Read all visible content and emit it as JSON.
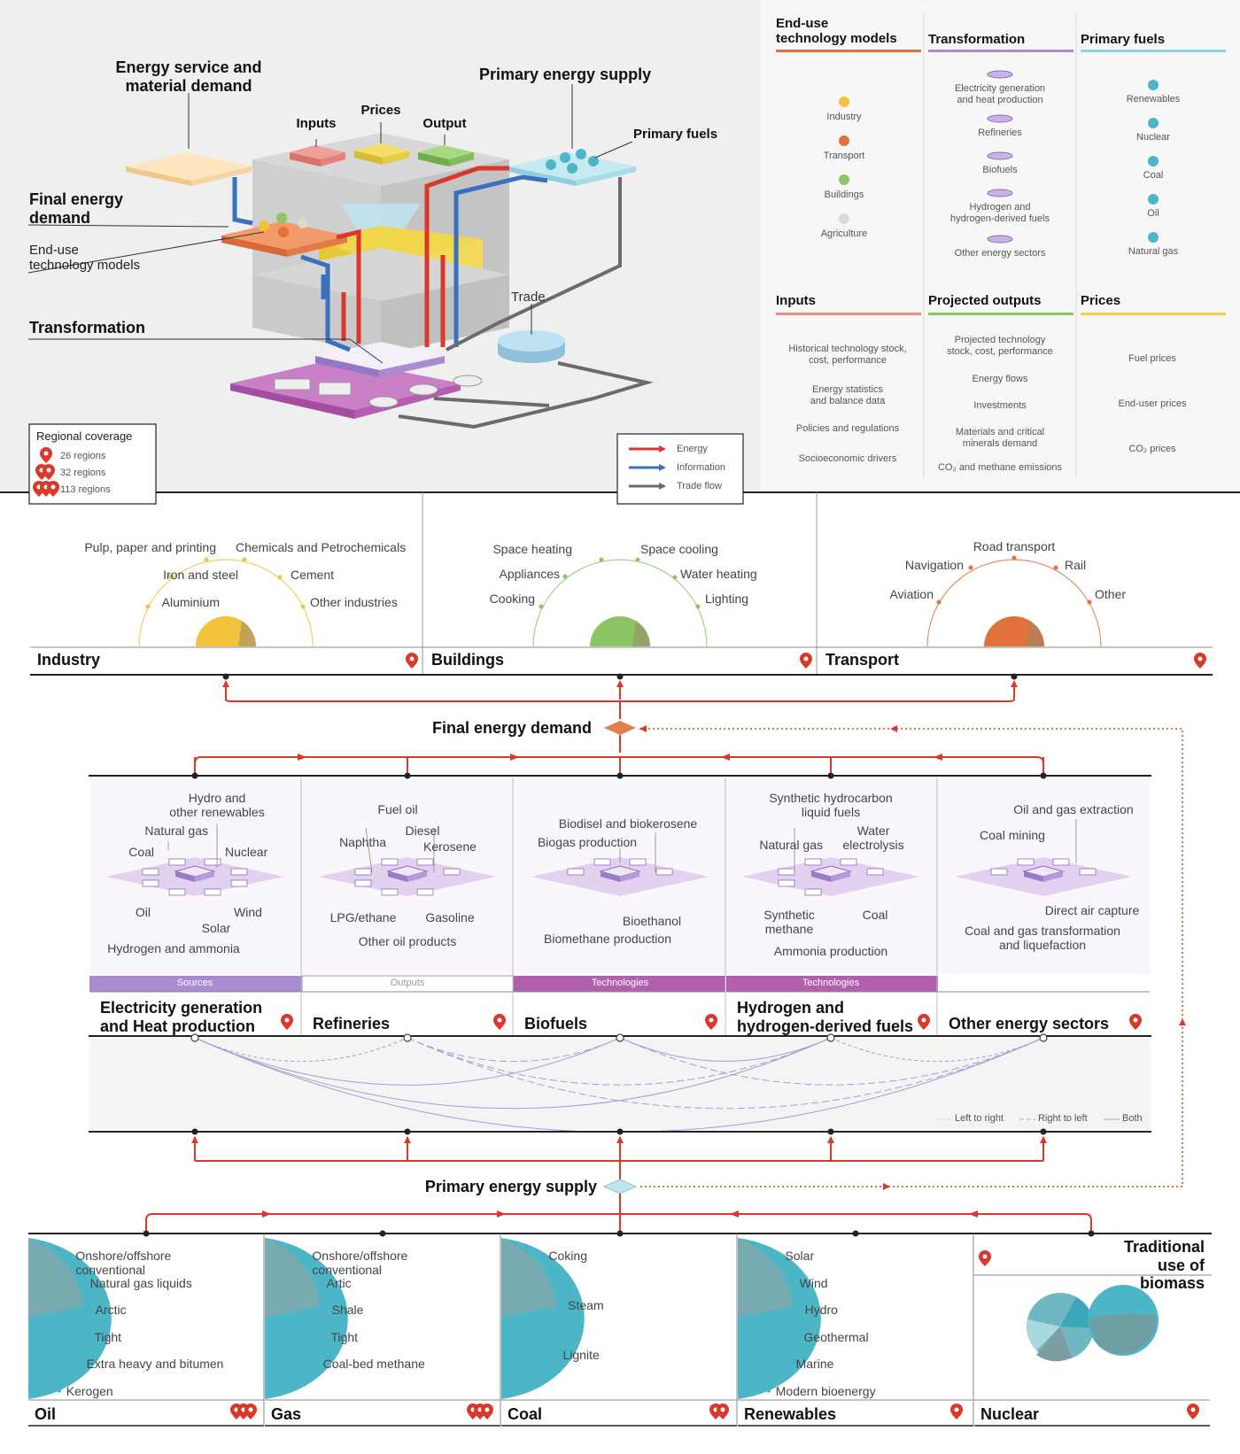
{
  "colors": {
    "energy": "#d9382a",
    "information": "#3b6fbf",
    "trade": "#6b6b6b",
    "enduse": "#e0703c",
    "transformation": "#a98bcf",
    "primary": "#8fd3e0",
    "inputs": "#e88a86",
    "outputs": "#8cc466",
    "prices": "#f2d24b",
    "purple": "#b25fae"
  },
  "overview": {
    "energy_service": "Energy service and\nmaterial demand",
    "primary_energy_supply": "Primary energy supply",
    "inputs": "Inputs",
    "prices": "Prices",
    "output": "Output",
    "primary_fuels": "Primary fuels",
    "final_energy_demand": "Final energy\ndemand",
    "enduse_models": "End-use\ntechnology models",
    "transformation": "Transformation",
    "trade": "Trade",
    "regional_title": "Regional coverage",
    "regions": [
      "26 regions",
      "32 regions",
      "113 regions"
    ],
    "legend": [
      "Energy",
      "Information",
      "Trade flow"
    ]
  },
  "panel": {
    "headers": [
      "End-use\ntechnology models",
      "Transformation",
      "Primary fuels",
      "Inputs",
      "Projected outputs",
      "Prices"
    ],
    "enduse_items": [
      "Industry",
      "Transport",
      "Buildings",
      "Agriculture"
    ],
    "transformation_items": [
      "Electricity generation\nand heat production",
      "Refineries",
      "Biofuels",
      "Hydrogen and\nhydrogen-derived fuels",
      "Other energy sectors"
    ],
    "fuel_items": [
      "Renewables",
      "Nuclear",
      "Coal",
      "Oil",
      "Natural gas"
    ],
    "inputs_items": [
      "Historical technology stock,\ncost, performance",
      "Energy statistics\nand balance data",
      "Policies and regulations",
      "Socioeconomic drivers"
    ],
    "outputs_items": [
      "Projected technology\nstock, cost, performance",
      "Energy flows",
      "Investments",
      "Materials and critical\nminerals demand",
      "CO₂ and methane emissions"
    ],
    "prices_items": [
      "Fuel prices",
      "End-user prices",
      "CO₂ prices"
    ]
  },
  "sectors": {
    "industry": {
      "title": "Industry",
      "items": [
        "Pulp, paper and printing",
        "Chemicals and Petrochemicals",
        "Iron and steel",
        "Cement",
        "Aluminium",
        "Other industries"
      ]
    },
    "buildings": {
      "title": "Buildings",
      "items": [
        "Space heating",
        "Space cooling",
        "Appliances",
        "Water heating",
        "Cooking",
        "Lighting"
      ]
    },
    "transport": {
      "title": "Transport",
      "items": [
        "Road transport",
        "Navigation",
        "Rail",
        "Aviation",
        "Other"
      ]
    }
  },
  "final_energy_demand": "Final energy demand",
  "primary_energy_supply": "Primary energy supply",
  "transformations": [
    {
      "title": "Electricity generation\nand Heat production",
      "band": "Sources",
      "items": [
        "Hydro and\nother renewables",
        "Natural gas",
        "Coal",
        "Nuclear",
        "Oil",
        "Wind",
        "Solar",
        "Hydrogen and ammonia"
      ]
    },
    {
      "title": "Refineries",
      "band": "Outputs",
      "items": [
        "Fuel oil",
        "Diesel",
        "Naphtha",
        "Kerosene",
        "LPG/ethane",
        "Gasoline",
        "Other oil products"
      ]
    },
    {
      "title": "Biofuels",
      "band": "Technologies",
      "items": [
        "Biodisel and biokerosene",
        "Biogas production",
        "Bioethanol",
        "Biomethane production"
      ]
    },
    {
      "title": "Hydrogen and\nhydrogen-derived fuels",
      "band": "Technologies",
      "items": [
        "Synthetic hydrocarbon\nliquid fuels",
        "Natural gas",
        "Water\nelectrolysis",
        "Synthetic\nmethane",
        "Coal",
        "Ammonia production"
      ]
    },
    {
      "title": "Other energy sectors",
      "band": "",
      "items": [
        "Oil and gas extraction",
        "Coal mining",
        "Direct air capture",
        "Coal and gas transformation\nand liquefaction"
      ]
    }
  ],
  "flow_legend": [
    "Left to right",
    "Right to left",
    "Both"
  ],
  "fuels": [
    {
      "title": "Oil",
      "items": [
        "Onshore/offshore\nconventional",
        "Natural gas liquids",
        "Arctic",
        "Tight",
        "Extra heavy and bitumen",
        "Kerogen"
      ]
    },
    {
      "title": "Gas",
      "items": [
        "Onshore/offshore\nconventional",
        "Artic",
        "Shale",
        "Tight",
        "Coal-bed methane"
      ]
    },
    {
      "title": "Coal",
      "items": [
        "Coking",
        "Steam",
        "Lignite"
      ]
    },
    {
      "title": "Renewables",
      "items": [
        "Solar",
        "Wind",
        "Hydro",
        "Geothermal",
        "Marine",
        "Modern bioenergy"
      ]
    },
    {
      "title": "Nuclear",
      "items": []
    }
  ],
  "traditional_biomass": "Traditional\nuse of biomass"
}
